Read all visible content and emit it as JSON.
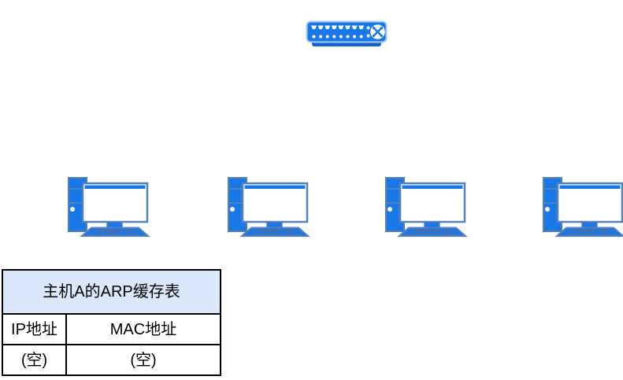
{
  "topology": {
    "switch": {
      "icon": "ethernet-switch-icon"
    },
    "computers": [
      {
        "icon": "desktop-computer-icon"
      },
      {
        "icon": "desktop-computer-icon"
      },
      {
        "icon": "desktop-computer-icon"
      },
      {
        "icon": "desktop-computer-icon"
      }
    ]
  },
  "arp_table": {
    "title": "主机A的ARP缓存表",
    "columns": [
      "IP地址",
      "MAC地址"
    ],
    "rows": [
      [
        "(空)",
        "(空)"
      ]
    ]
  },
  "colors": {
    "device_blue": "#1878e8",
    "device_outline_blue": "#5480bc",
    "device_key_blue": "#476fae",
    "switch_base_blue": "#115fd0",
    "switch_halo_blue": "#a9c8f4",
    "table_header_fill": "#dbe8fb",
    "table_border": "#000000",
    "text": "#000000",
    "background": "#ffffff"
  }
}
